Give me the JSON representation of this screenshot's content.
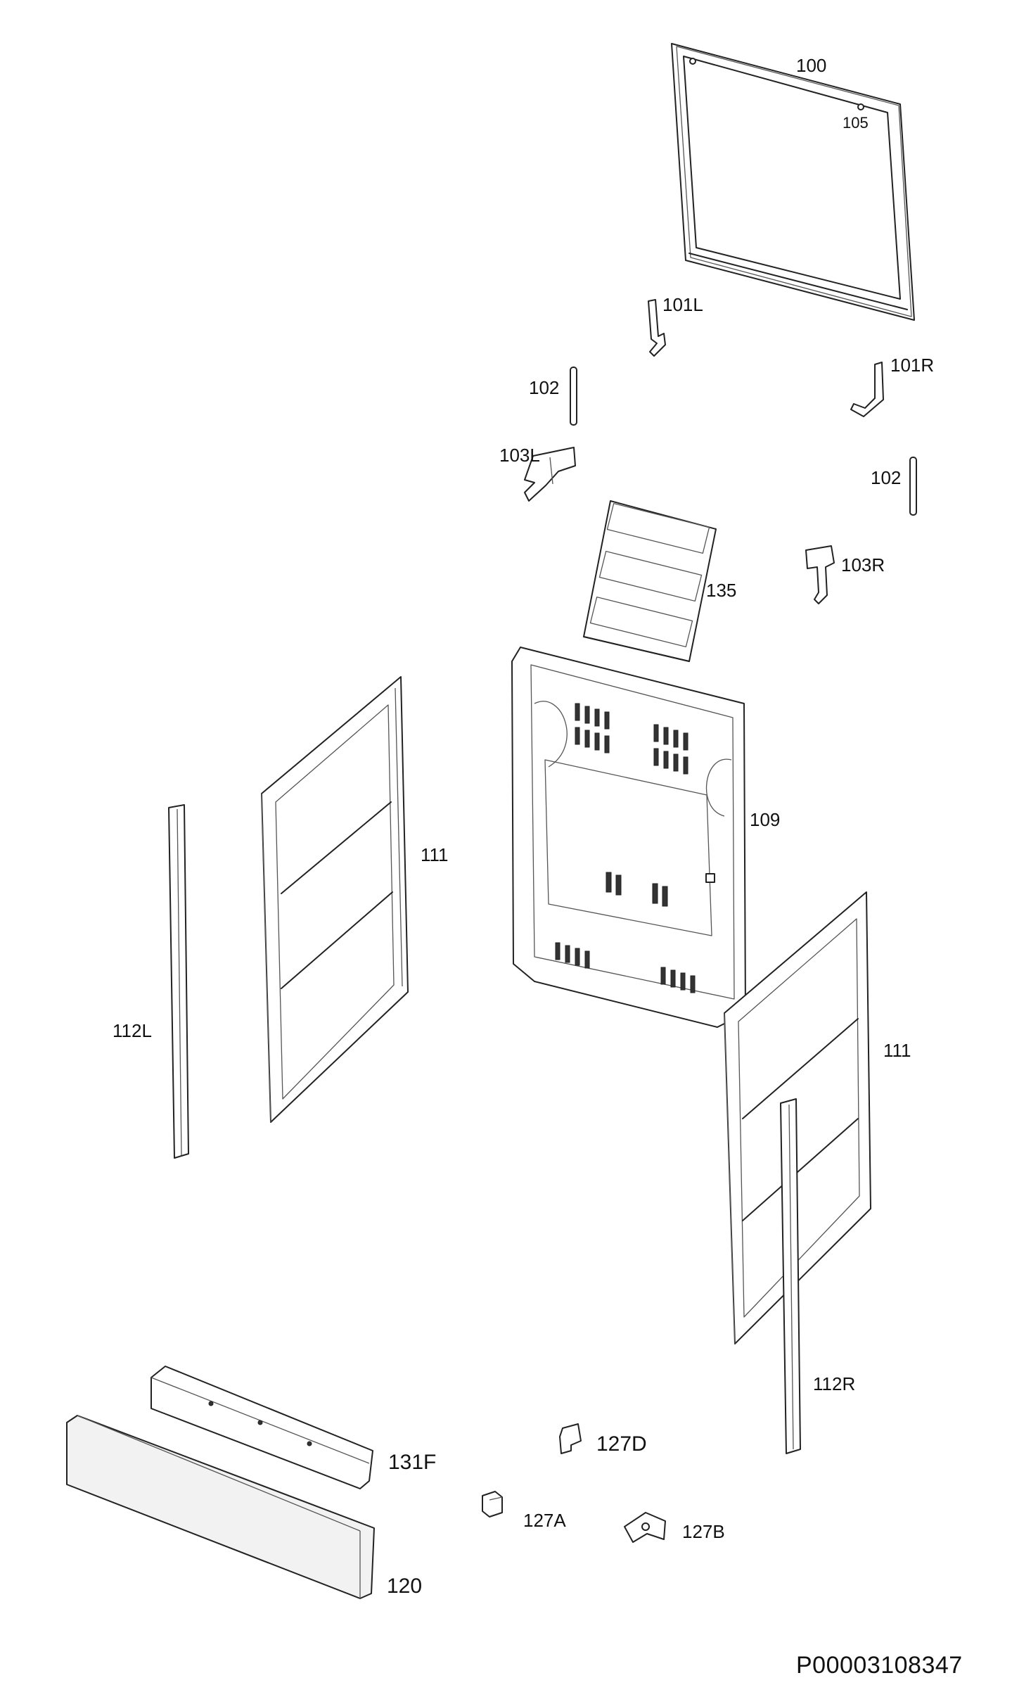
{
  "diagram": {
    "part_labels": {
      "p100": "100",
      "p105": "105",
      "p101L": "101L",
      "p101R": "101R",
      "p102a": "102",
      "p102b": "102",
      "p103L": "103L",
      "p103R": "103R",
      "p135": "135",
      "p109": "109",
      "p111a": "111",
      "p111b": "111",
      "p112L": "112L",
      "p112R": "112R",
      "p131F": "131F",
      "p127D": "127D",
      "p127A": "127A",
      "p127B": "127B",
      "p120": "120"
    },
    "drawing_number": "P00003108347"
  }
}
